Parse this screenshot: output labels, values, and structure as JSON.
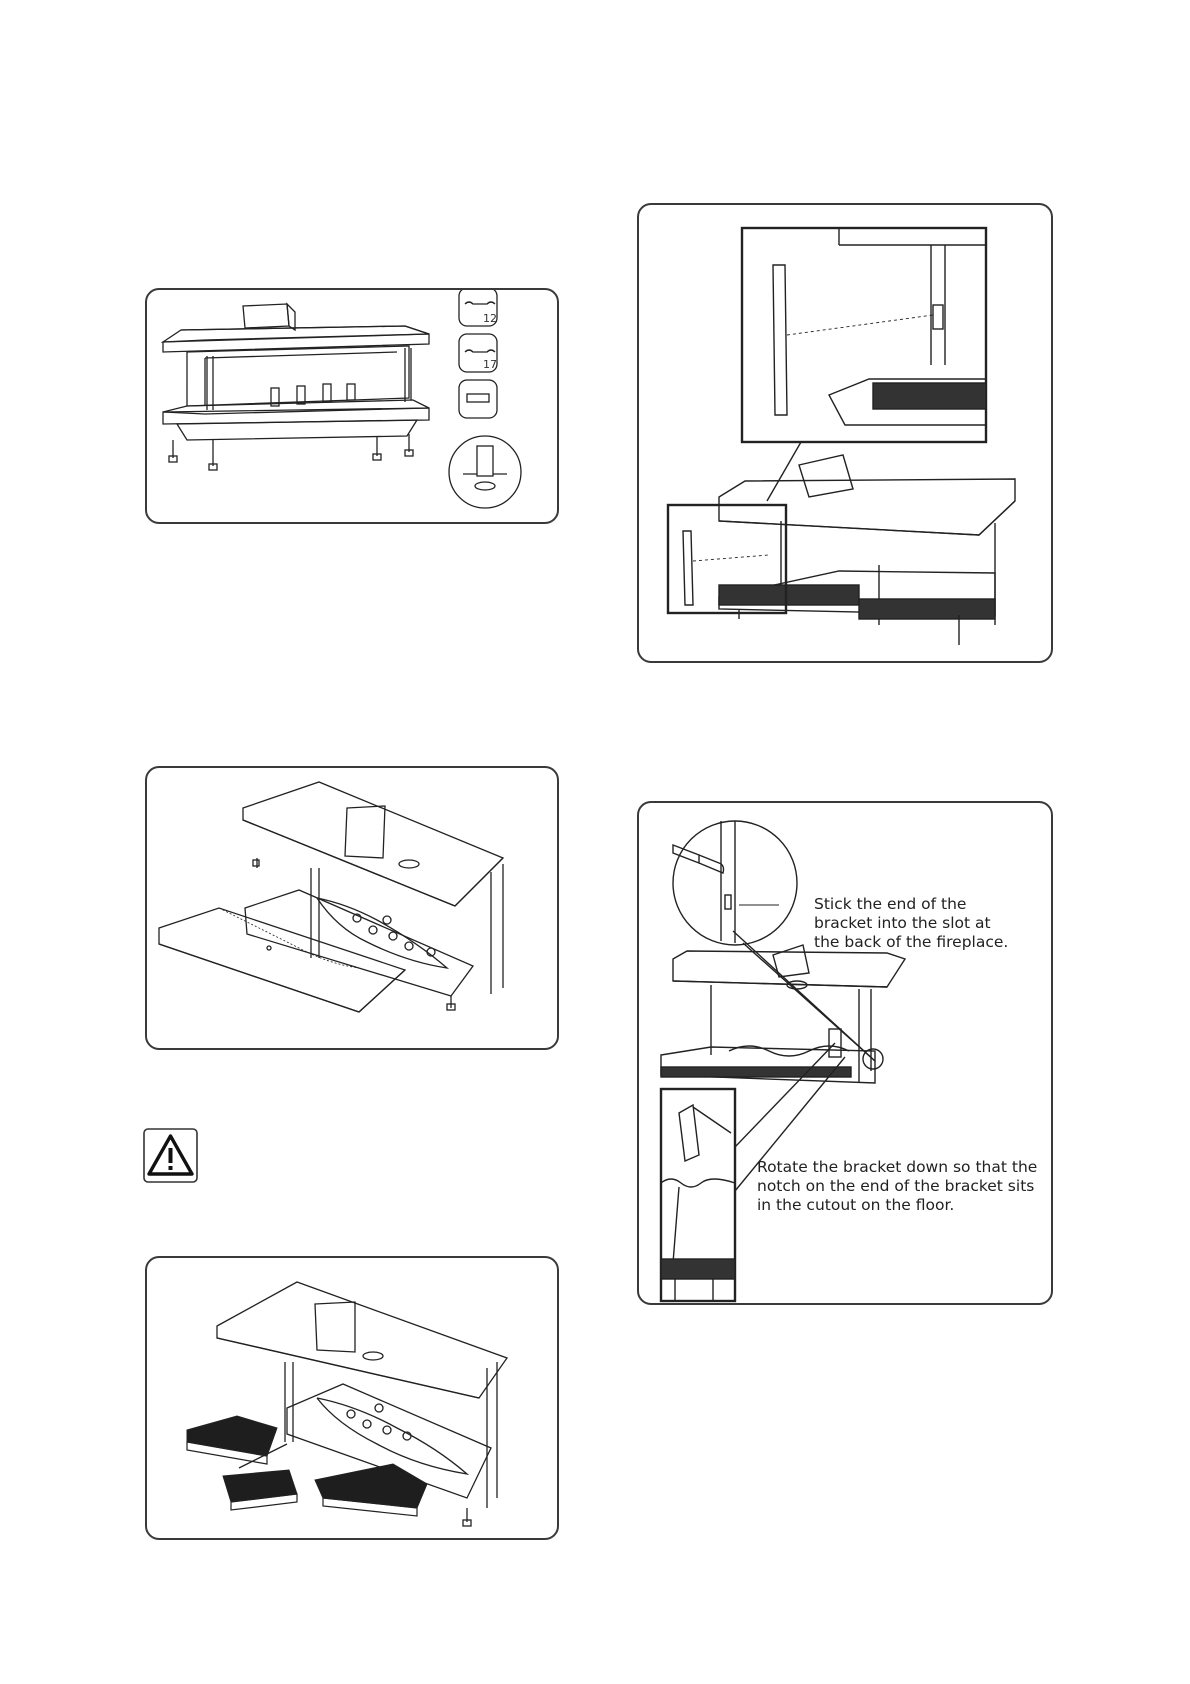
{
  "tools": {
    "wrench_small": "12",
    "wrench_large": "17"
  },
  "panel_bracket_detail": {
    "callout_slot": [
      "Stick the end of the",
      "bracket into the slot at",
      "the back of the fireplace."
    ],
    "callout_rotate": [
      "Rotate the bracket down so that the",
      "notch on the end of the bracket sits",
      "in the cutout on the floor."
    ]
  },
  "warning": {
    "icon": "warning-triangle-icon"
  },
  "colors": {
    "line": "#222222",
    "border": "#3a3a3a",
    "fill_dark": "#1e1e1e"
  }
}
